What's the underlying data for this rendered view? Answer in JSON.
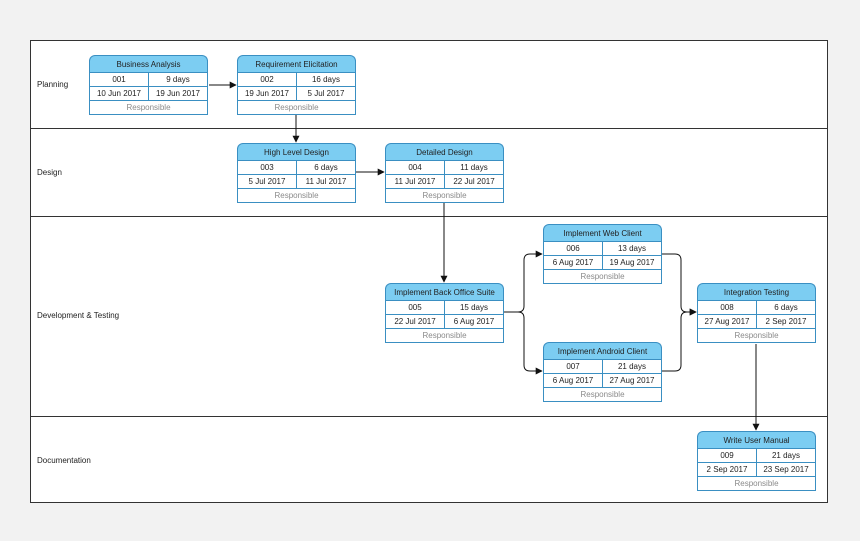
{
  "lanes": [
    {
      "label": "Planning"
    },
    {
      "label": "Design"
    },
    {
      "label": "Development & Testing"
    },
    {
      "label": "Documentation"
    }
  ],
  "tasks": [
    {
      "title": "Business Analysis",
      "id": "001",
      "duration": "9 days",
      "start": "10 Jun 2017",
      "end": "19 Jun 2017",
      "responsible": "Responsible"
    },
    {
      "title": "Requirement Elicitation",
      "id": "002",
      "duration": "16 days",
      "start": "19 Jun 2017",
      "end": "5 Jul 2017",
      "responsible": "Responsible"
    },
    {
      "title": "High Level Design",
      "id": "003",
      "duration": "6 days",
      "start": "5 Jul 2017",
      "end": "11 Jul 2017",
      "responsible": "Responsible"
    },
    {
      "title": "Detailed Design",
      "id": "004",
      "duration": "11 days",
      "start": "11 Jul 2017",
      "end": "22 Jul 2017",
      "responsible": "Responsible"
    },
    {
      "title": "Implement Back Office Suite",
      "id": "005",
      "duration": "15 days",
      "start": "22 Jul 2017",
      "end": "6 Aug 2017",
      "responsible": "Responsible"
    },
    {
      "title": "Implement Web Client",
      "id": "006",
      "duration": "13 days",
      "start": "6 Aug 2017",
      "end": "19 Aug 2017",
      "responsible": "Responsible"
    },
    {
      "title": "Implement Android Client",
      "id": "007",
      "duration": "21 days",
      "start": "6 Aug 2017",
      "end": "27 Aug 2017",
      "responsible": "Responsible"
    },
    {
      "title": "Integration Testing",
      "id": "008",
      "duration": "6 days",
      "start": "27 Aug 2017",
      "end": "2 Sep 2017",
      "responsible": "Responsible"
    },
    {
      "title": "Write User Manual",
      "id": "009",
      "duration": "21 days",
      "start": "2 Sep 2017",
      "end": "23 Sep 2017",
      "responsible": "Responsible"
    }
  ],
  "colors": {
    "header_fill": "#7ccdf2",
    "border": "#3a8fc2",
    "placeholder_text": "#8a8a8a"
  }
}
